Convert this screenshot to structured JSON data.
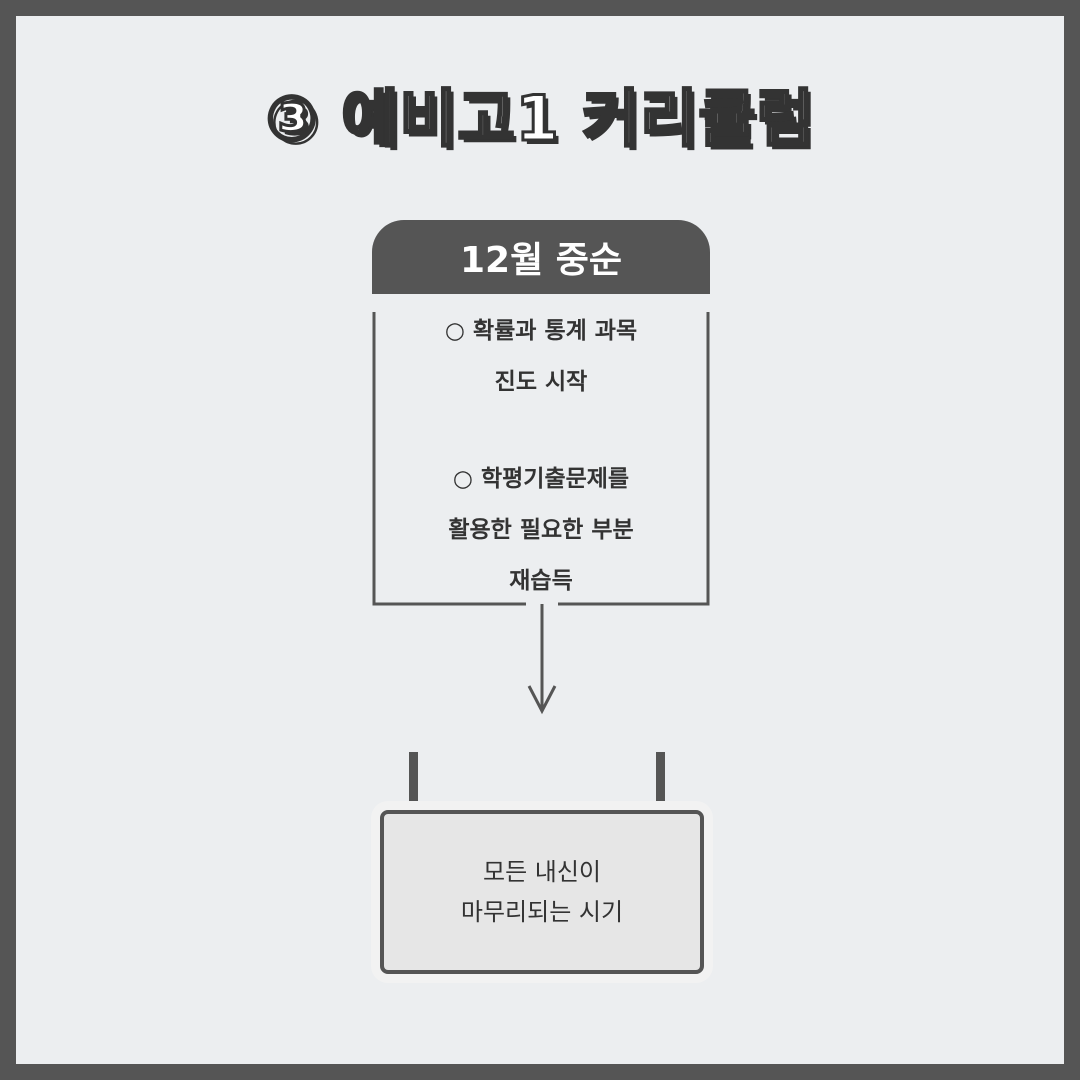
{
  "title": "③ 예비고1 커리큘럼",
  "period": {
    "label": "12월 중순",
    "items": [
      {
        "lines": [
          "○ 확률과 통계 과목",
          "진도 시작"
        ]
      },
      {
        "lines": [
          "○ 학평기출문제를",
          "활용한 필요한 부분",
          "재습득"
        ]
      }
    ]
  },
  "result": {
    "lines": [
      "모든 내신이",
      "마무리되는 시기"
    ]
  },
  "colors": {
    "frame": "#555555",
    "background": "#eceef0",
    "text": "#333333"
  }
}
